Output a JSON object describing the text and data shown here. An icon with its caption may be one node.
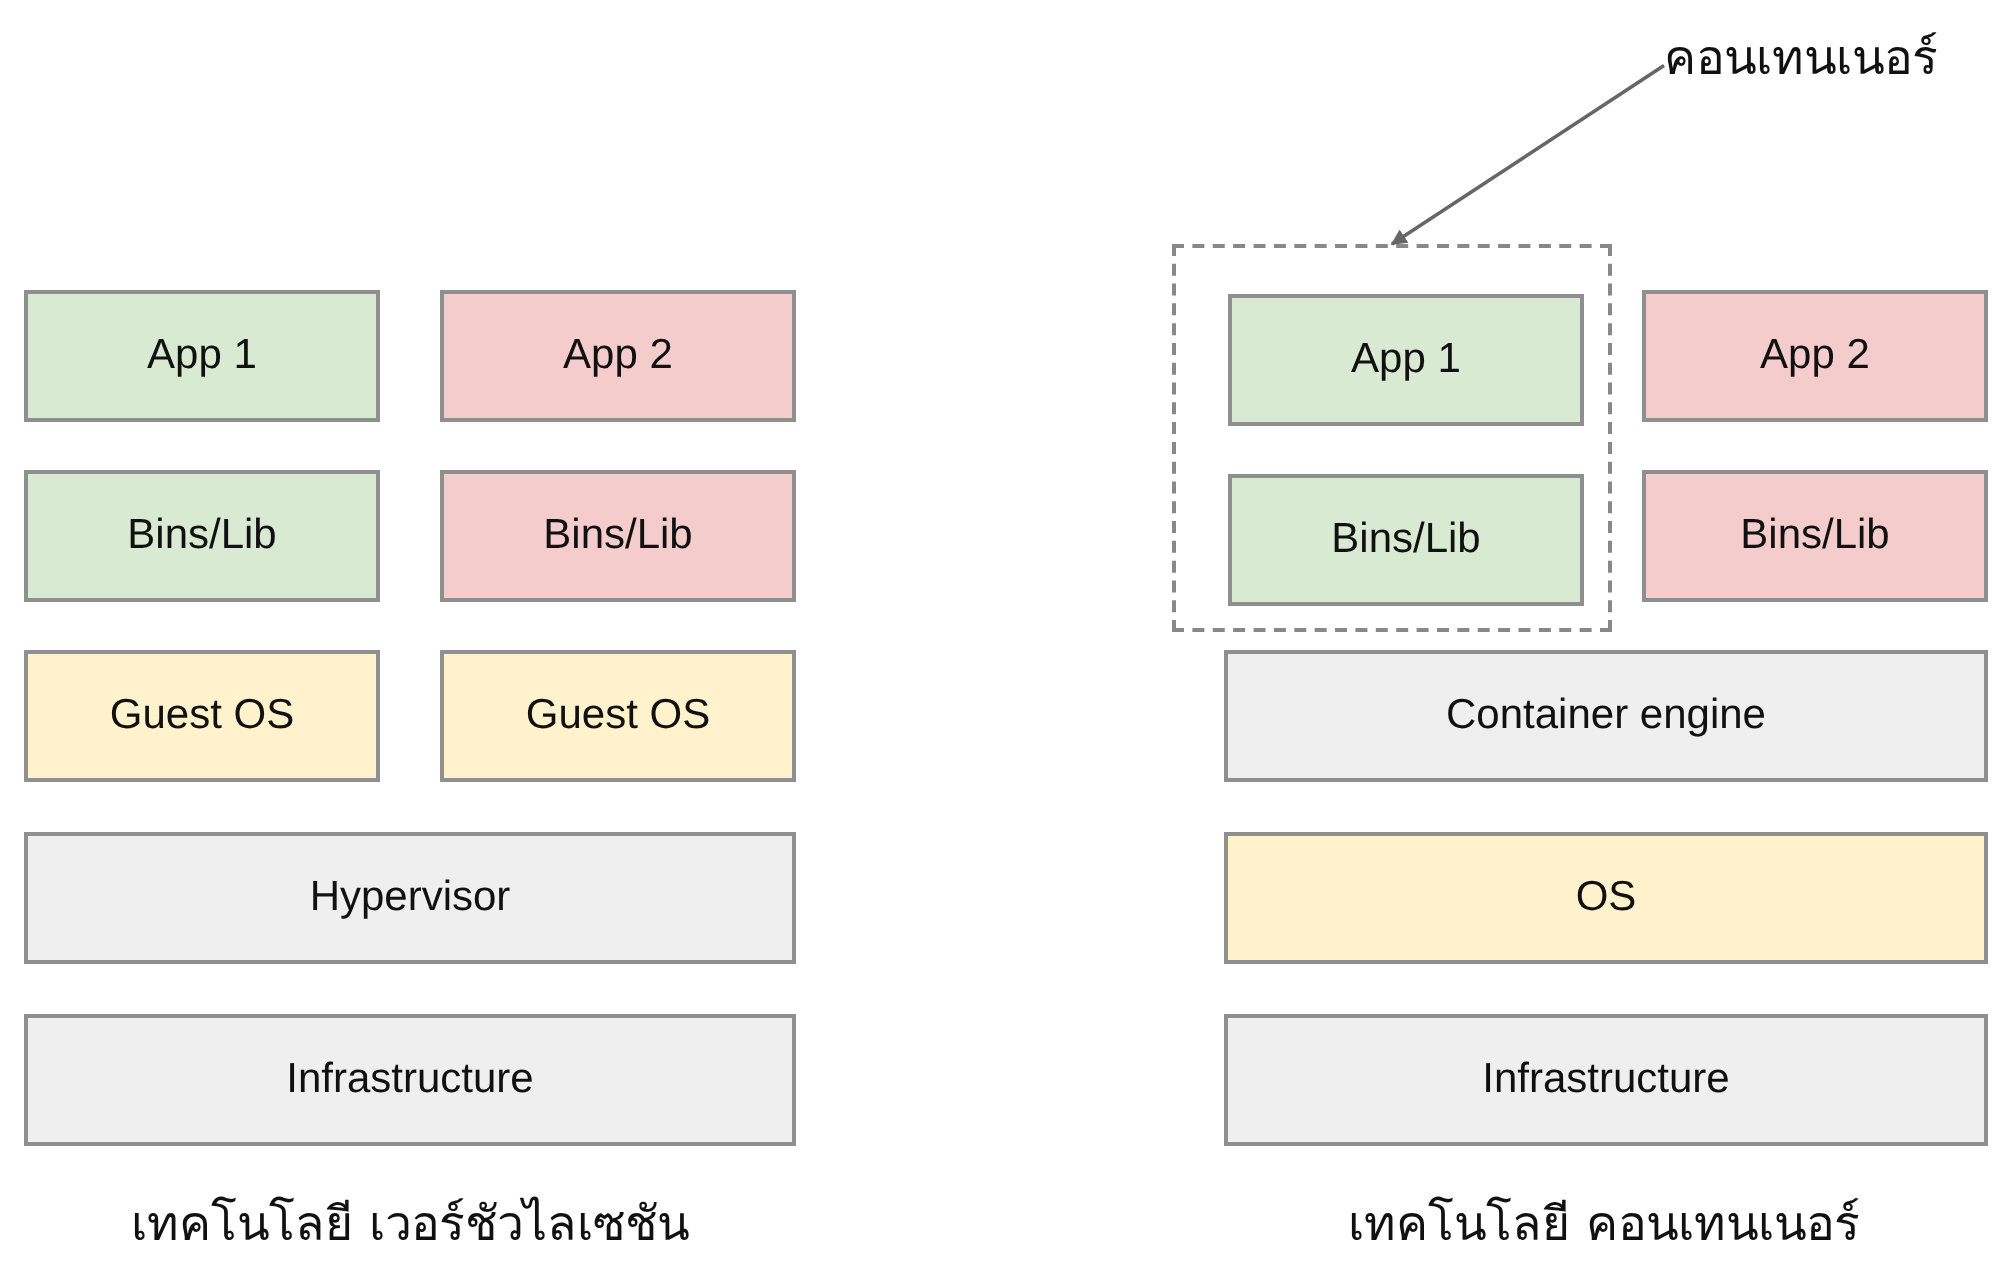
{
  "diagram": {
    "nodes": [
      {
        "text": [
          "App 1"
        ]
      },
      {
        "text": [
          "App 2"
        ]
      },
      {
        "text": [
          "Bins/Lib"
        ]
      },
      {
        "text": [
          "Bins/Lib"
        ]
      },
      {
        "text": [
          "Guest OS"
        ]
      },
      {
        "text": [
          "Guest OS"
        ]
      },
      {
        "text": [
          "Hypervisor"
        ]
      },
      {
        "text": [
          "Infrastructure"
        ]
      },
      {
        "text": [
          "คอนเทนเนอร์"
        ]
      },
      {
        "text": [],
        "shape": "box"
      },
      {
        "text": [
          "App 1"
        ],
        "in": 9
      },
      {
        "text": [
          "Bins/Lib"
        ],
        "in": 9
      },
      {
        "text": [
          "App 2"
        ]
      },
      {
        "text": [
          "Bins/Lib"
        ]
      },
      {
        "text": [
          "Container engine"
        ]
      },
      {
        "text": [
          "OS"
        ]
      },
      {
        "text": [
          "Infrastructure"
        ]
      }
    ],
    "edges": [
      {
        "from": 8,
        "to": 9,
        "arrow": "to"
      }
    ],
    "labels": [
      "เทคโนโลยี เวอร์ชัวไลเซชัน",
      "เทคโนโลยี คอนเทนเนอร์"
    ]
  }
}
